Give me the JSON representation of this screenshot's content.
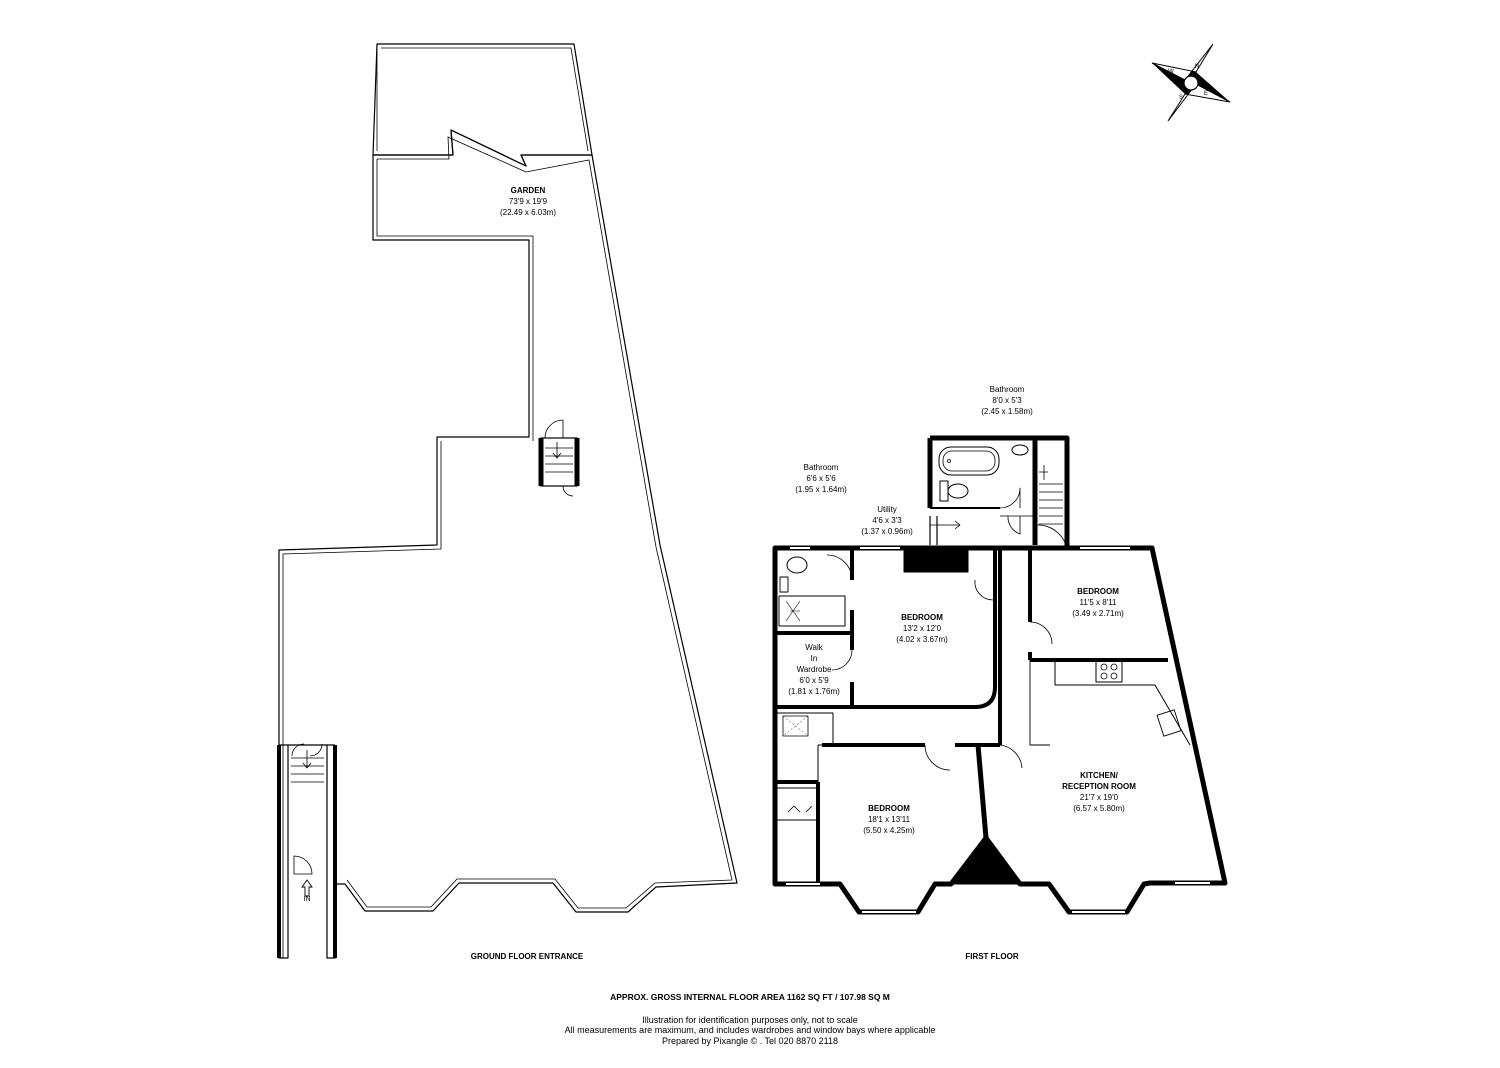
{
  "rooms": {
    "garden": {
      "name": "GARDEN",
      "imperial": "73'9 x 19'9",
      "metric": "(22.49 x 6.03m)"
    },
    "bathroom_top": {
      "name": "Bathroom",
      "imperial": "8'0 x 5'3",
      "metric": "(2.45 x 1.58m)"
    },
    "bathroom_left": {
      "name": "Bathroom",
      "imperial": "6'6 x 5'6",
      "metric": "(1.95 x 1.64m)"
    },
    "utility": {
      "name": "Utility",
      "imperial": "4'6 x 3'3",
      "metric": "(1.37 x 0.96m)"
    },
    "bedroom_main": {
      "name": "BEDROOM",
      "imperial": "13'2 x 12'0",
      "metric": "(4.02 x 3.67m)"
    },
    "bedroom_right": {
      "name": "BEDROOM",
      "imperial": "11'5 x 8'11",
      "metric": "(3.49 x 2.71m)"
    },
    "wardrobe": {
      "line1": "Walk",
      "line2": "In",
      "line3": "Wardrobe",
      "imperial": "6'0 x 5'9",
      "metric": "(1.81 x 1.76m)"
    },
    "kitchen": {
      "line1": "KITCHEN/",
      "line2": "RECEPTION ROOM",
      "imperial": "21'7 x 19'0",
      "metric": "(6.57 x 5.80m)"
    },
    "bedroom_front": {
      "name": "BEDROOM",
      "imperial": "18'1 x 13'11",
      "metric": "(5.50 x 4.25m)"
    }
  },
  "floor_labels": {
    "ground": "GROUND FLOOR ENTRANCE",
    "first": "FIRST FLOOR"
  },
  "entrance_label": "IN",
  "compass": {
    "n": "N",
    "e": "E",
    "s": "S",
    "w": "W"
  },
  "footer": {
    "area": "APPROX. GROSS INTERNAL FLOOR AREA 1162 SQ FT  /  107.98 SQ M",
    "note1": "Illustration for identification purposes only, not to scale",
    "note2": "All measurements are maximum, and includes wardrobes and window bays where applicable",
    "note3": "Prepared by Pixangle ©  . Tel 020 8870 2118"
  }
}
